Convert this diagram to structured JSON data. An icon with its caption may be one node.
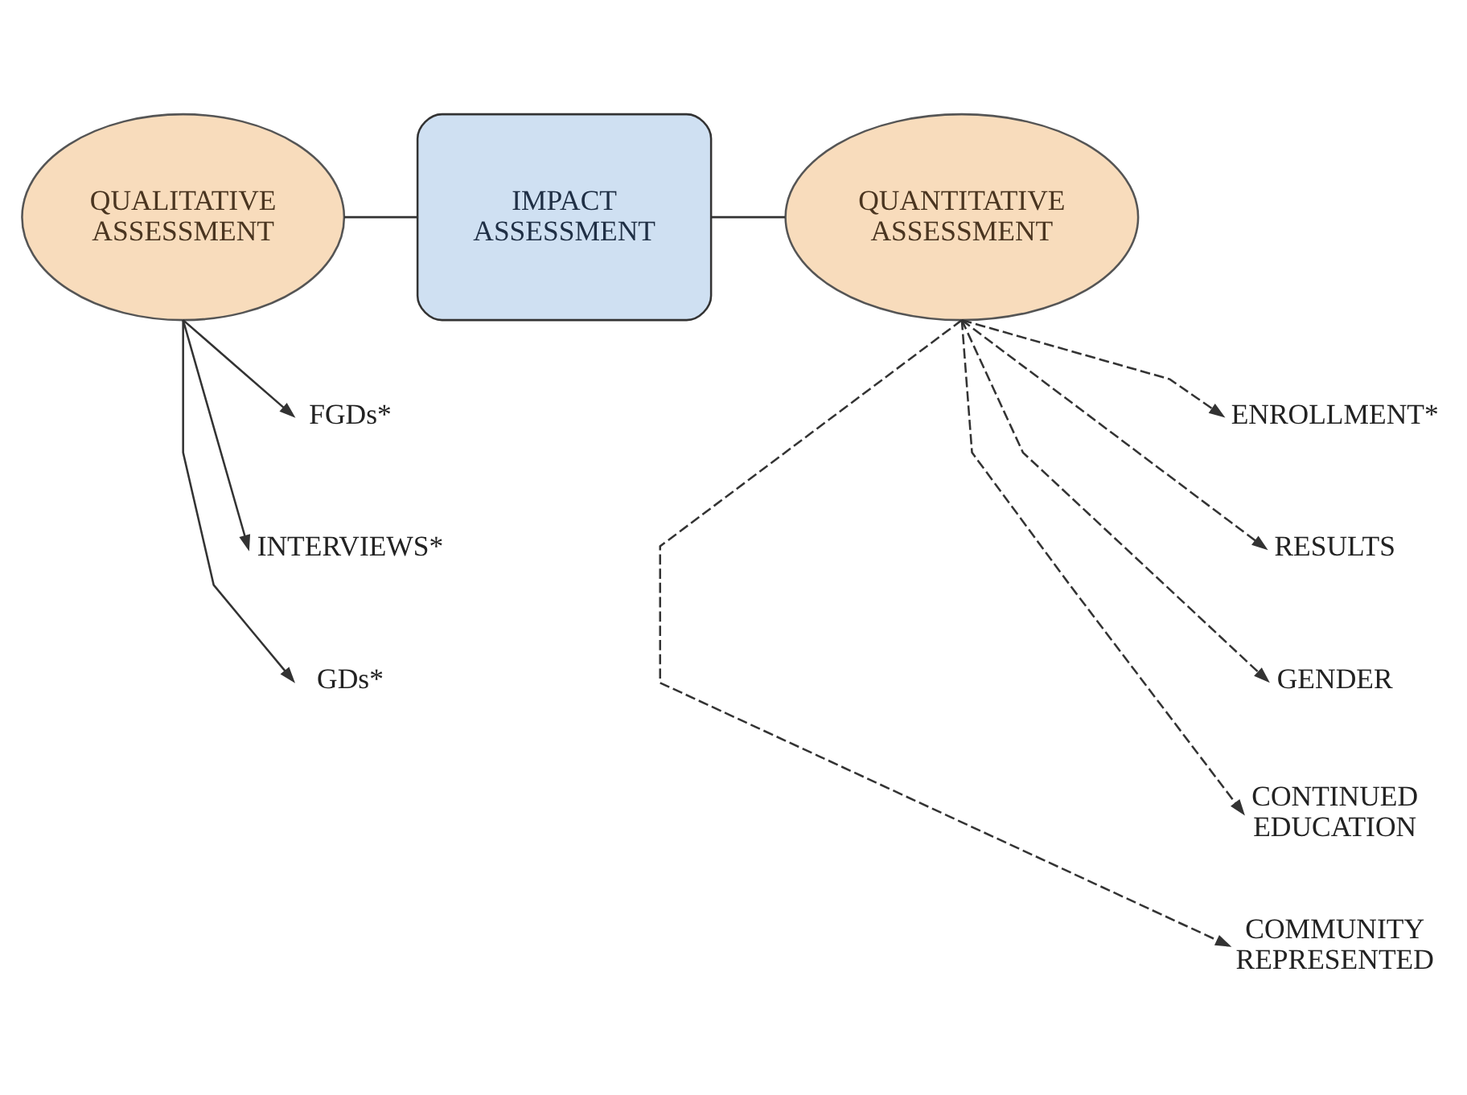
{
  "diagram": {
    "nodes": [
      {
        "text": [
          "QUALITATIVE ASSESSMENT"
        ]
      },
      {
        "text": [
          "IMPACT ASSESSMENT"
        ]
      },
      {
        "text": [
          "QUANTITATIVE ASSESSMENT"
        ]
      },
      {
        "text": [
          "FGDs*"
        ]
      },
      {
        "text": [
          "INTERVIEWS*"
        ]
      },
      {
        "text": [
          "GDs*"
        ]
      },
      {
        "text": [
          "ENROLLMENT*"
        ]
      },
      {
        "text": [
          "RESULTS"
        ]
      },
      {
        "text": [
          "GENDER"
        ]
      },
      {
        "text": [
          "CONTINUED EDUCATION"
        ]
      },
      {
        "text": [
          "COMMUNITY REPRESENTED"
        ]
      }
    ],
    "edges": [
      {
        "from": 0,
        "to": 1,
        "arrow": "none"
      },
      {
        "from": 1,
        "to": 2,
        "arrow": "none"
      },
      {
        "from": 0,
        "to": 3,
        "arrow": "to"
      },
      {
        "from": 0,
        "to": 4,
        "arrow": "to"
      },
      {
        "from": 0,
        "to": 5,
        "arrow": "to"
      },
      {
        "from": 2,
        "to": 6,
        "arrow": "to",
        "style": "dashed"
      },
      {
        "from": 2,
        "to": 7,
        "arrow": "to",
        "style": "dashed"
      },
      {
        "from": 2,
        "to": 8,
        "arrow": "to",
        "style": "dashed"
      },
      {
        "from": 2,
        "to": 9,
        "arrow": "to",
        "style": "dashed"
      },
      {
        "from": 2,
        "to": 10,
        "arrow": "to",
        "style": "dashed"
      }
    ]
  }
}
